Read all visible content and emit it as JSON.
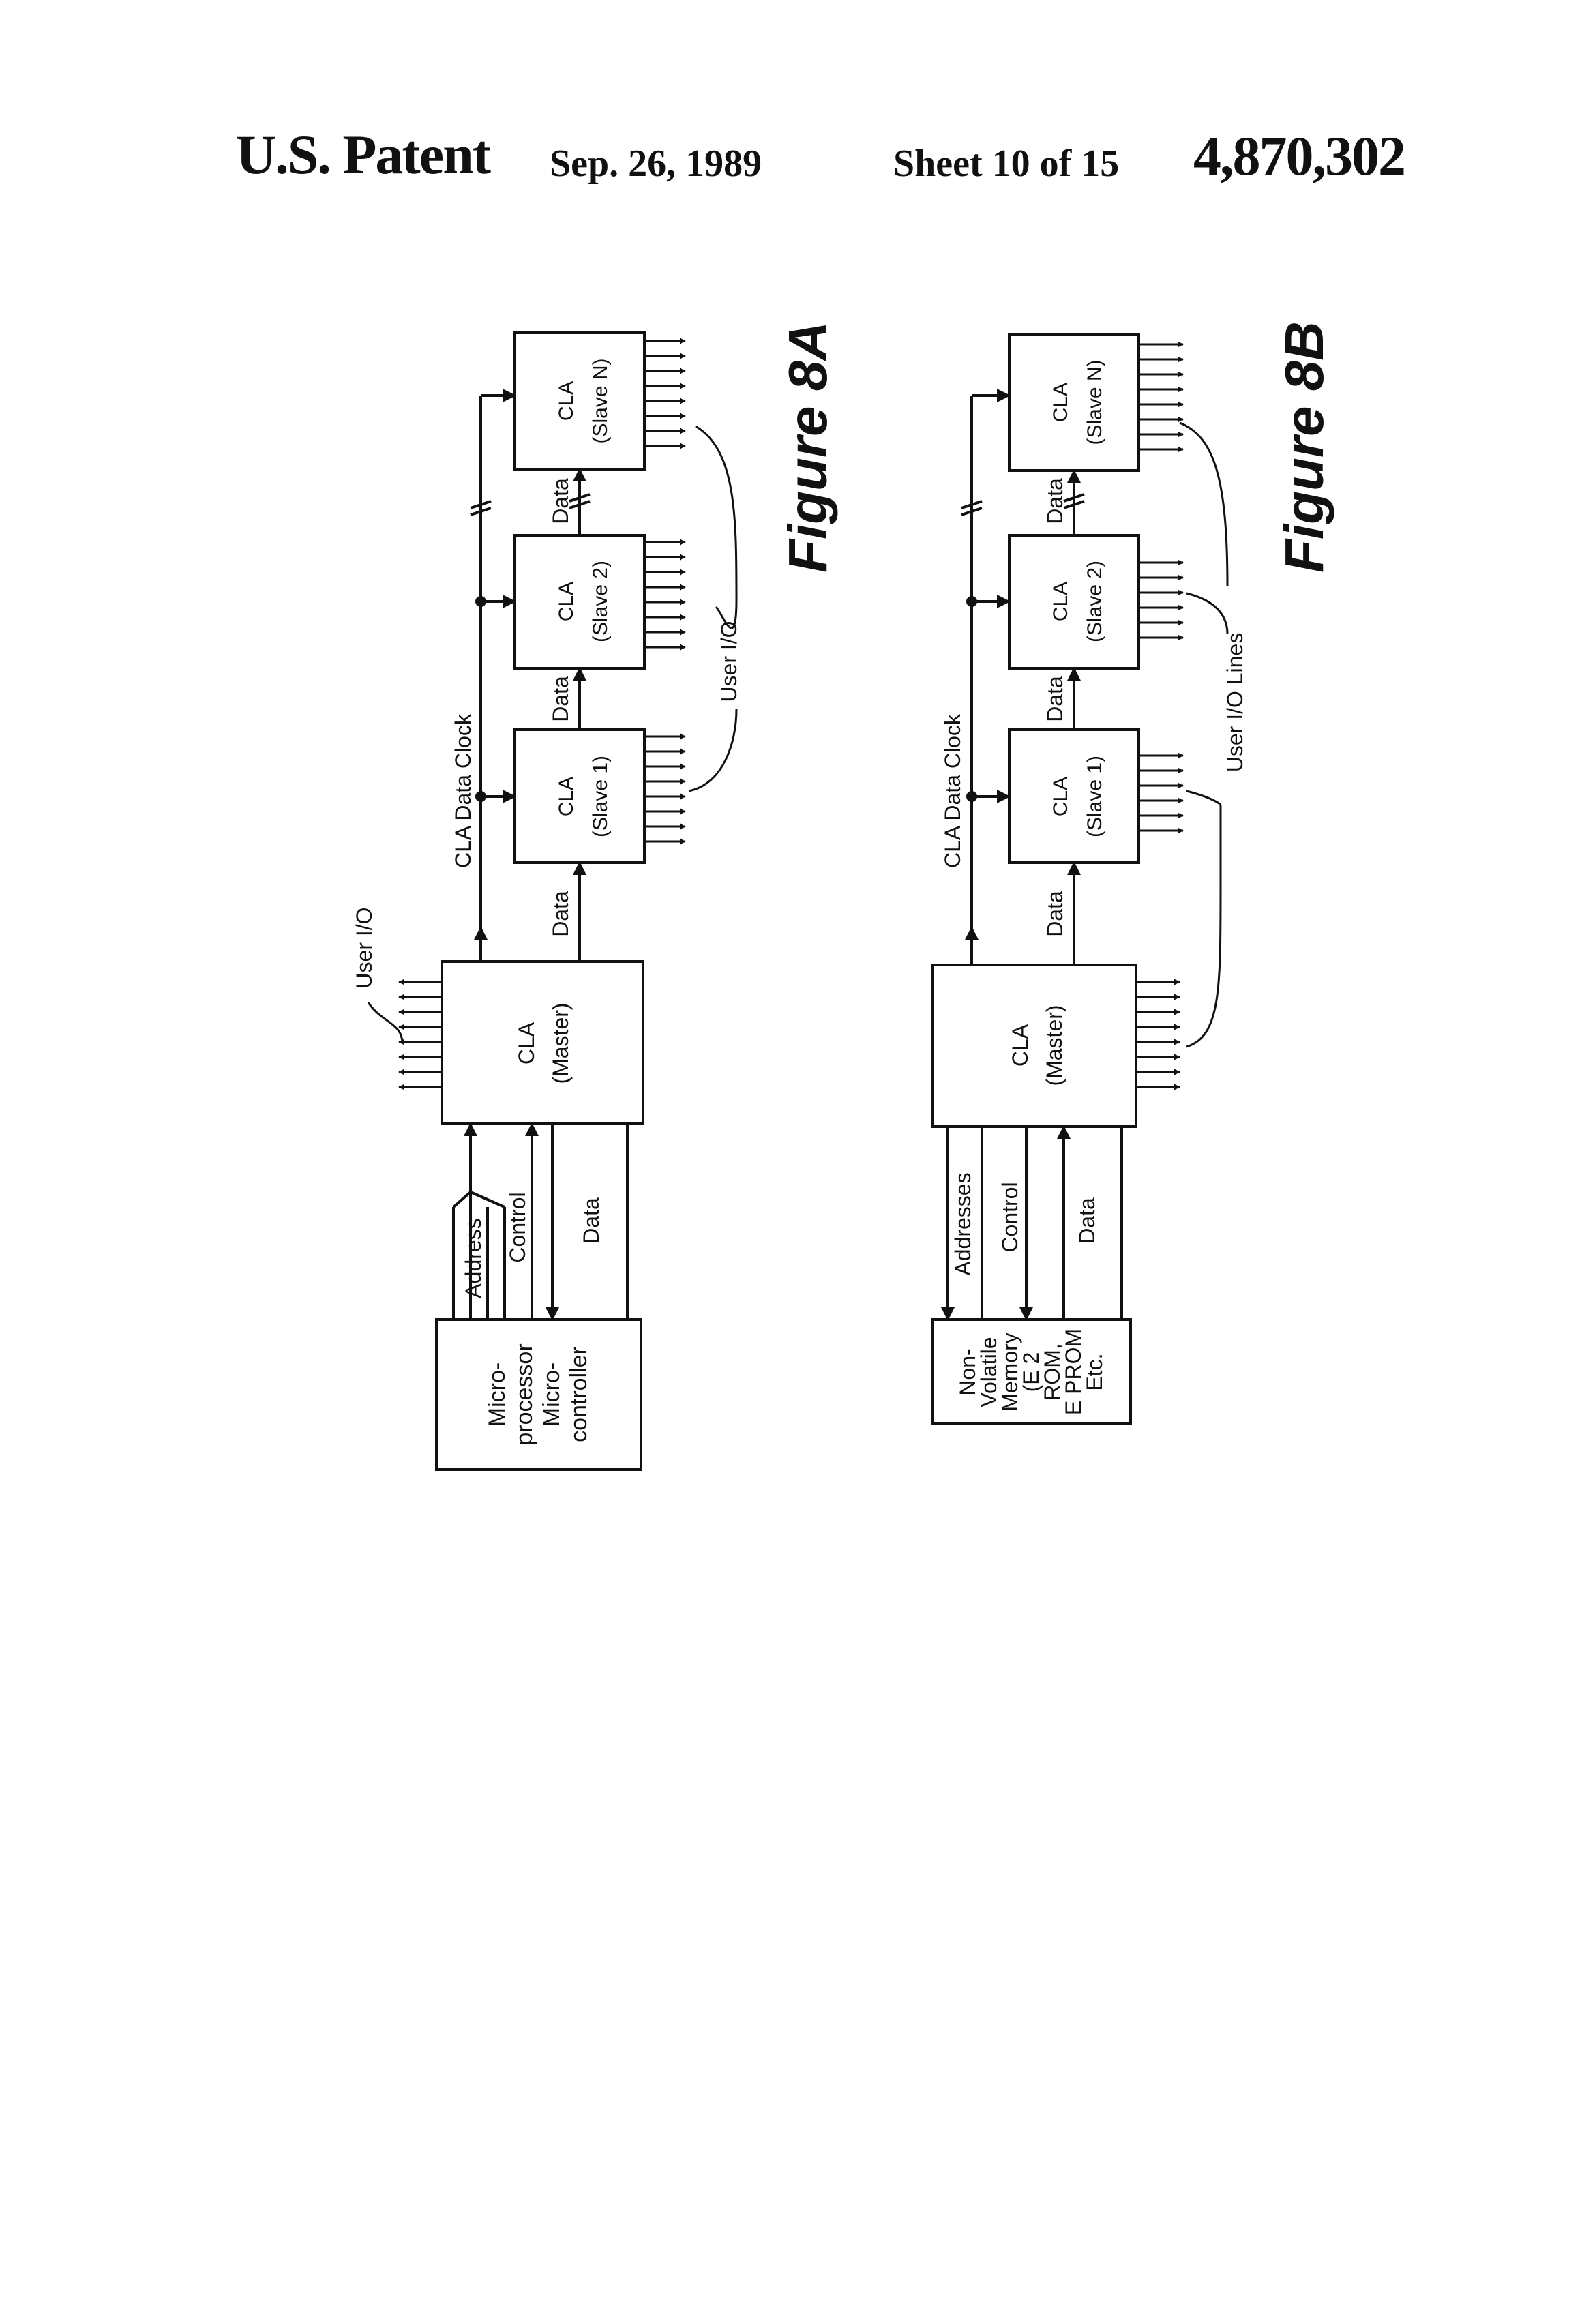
{
  "header": {
    "title": "U.S. Patent",
    "date": "Sep. 26, 1989",
    "sheet": "Sheet 10 of 15",
    "patent_number": "4,870,302"
  },
  "figure_8a": {
    "caption": "Figure 8A",
    "master_label": "CLA",
    "master_sub": "(Master)",
    "processor_lines": [
      "Micro-",
      "processor",
      "Micro-",
      "controller"
    ],
    "bus_address": "Address",
    "bus_control": "Control",
    "bus_data": "Data",
    "clock_label": "CLA Data Clock",
    "user_io_top": "User I/O",
    "user_io_bottom": "User I/O",
    "data_label": "Data",
    "slaves": [
      {
        "label": "CLA",
        "sub": "(Slave 1)"
      },
      {
        "label": "CLA",
        "sub": "(Slave 2)"
      },
      {
        "label": "CLA",
        "sub": "(Slave N)"
      }
    ]
  },
  "figure_8b": {
    "caption": "Figure 8B",
    "master_label": "CLA",
    "master_sub": "(Master)",
    "memory_lines": [
      "Non-",
      "Volatile",
      "Memory",
      "(E 2",
      "ROM,",
      "E PROM",
      "Etc."
    ],
    "bus_address": "Addresses",
    "bus_control": "Control",
    "bus_data": "Data",
    "clock_label": "CLA Data Clock",
    "user_io": "User I/O Lines",
    "data_label": "Data",
    "slaves": [
      {
        "label": "CLA",
        "sub": "(Slave 1)"
      },
      {
        "label": "CLA",
        "sub": "(Slave 2)"
      },
      {
        "label": "CLA",
        "sub": "(Slave N)"
      }
    ]
  }
}
